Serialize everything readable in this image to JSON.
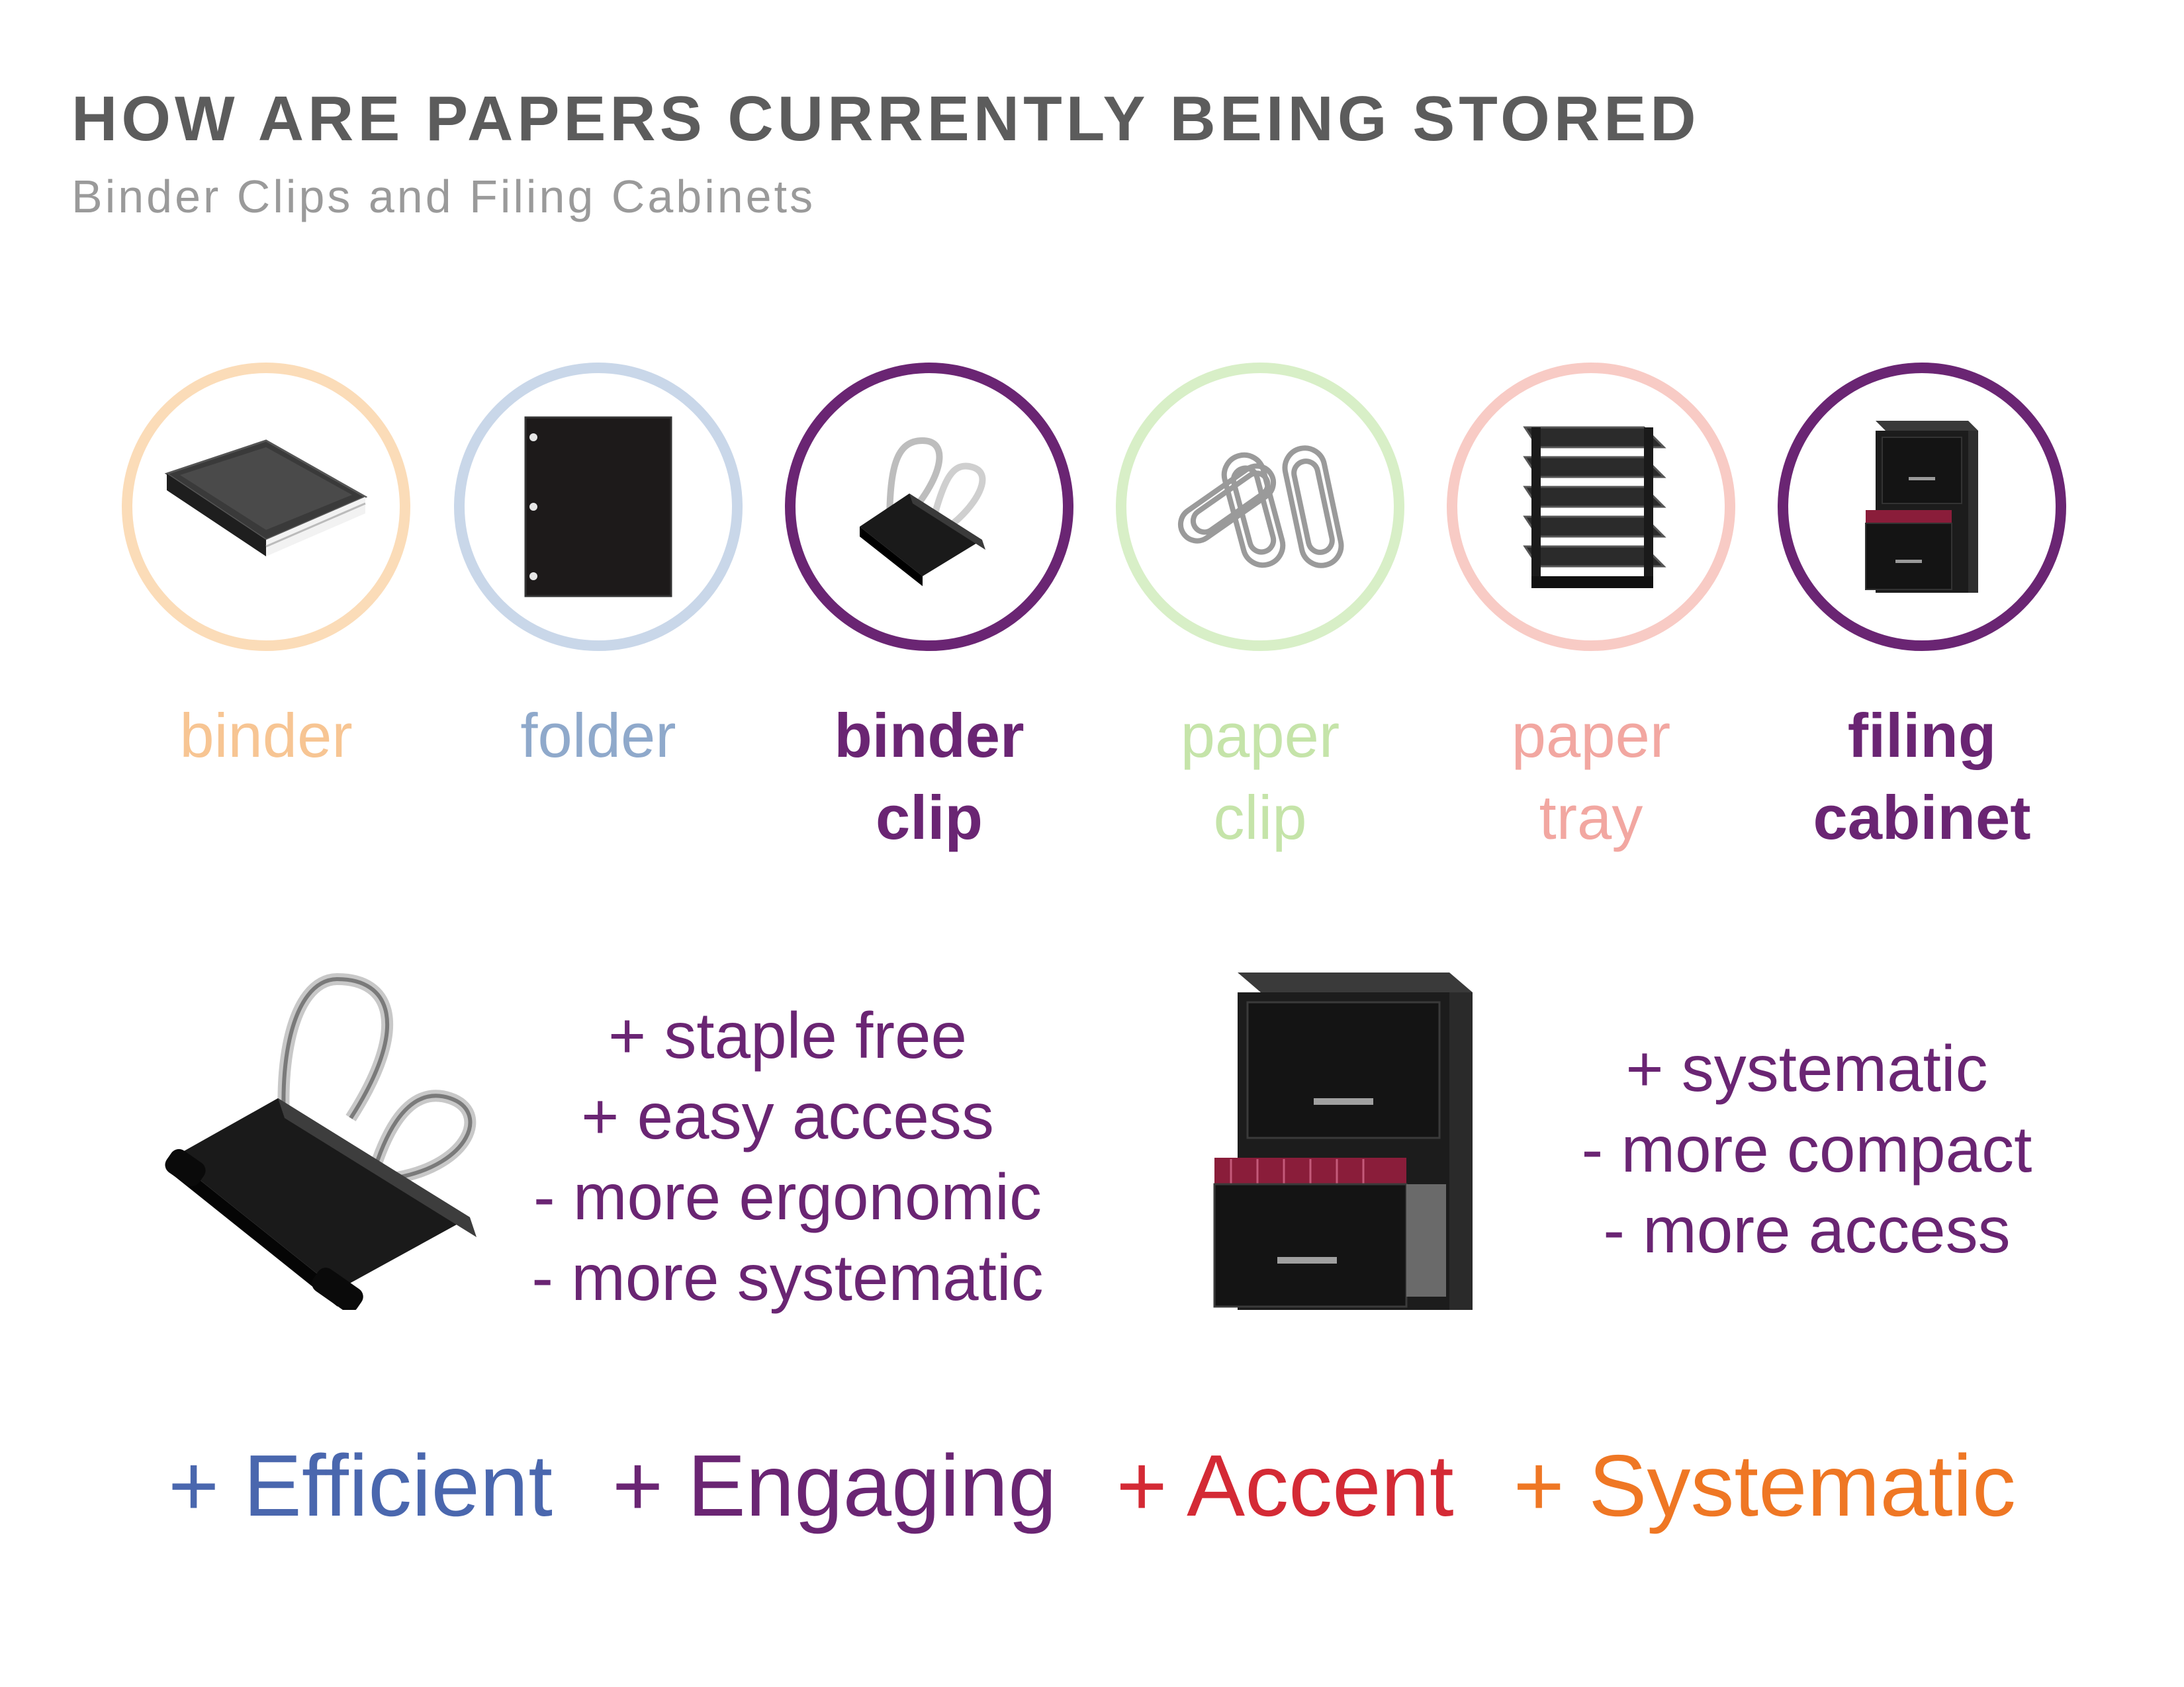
{
  "header": {
    "title": "HOW ARE PAPERS CURRENTLY BEING STORED",
    "subtitle": "Binder Clips and Filing Cabinets"
  },
  "options": [
    {
      "icon": "binder-icon",
      "label": [
        "binder"
      ],
      "color": "#fbdcb8",
      "text_color": "#f7c593",
      "highlighted": false
    },
    {
      "icon": "folder-icon",
      "label": [
        "folder"
      ],
      "color": "#c9d7e9",
      "text_color": "#8fa9cb",
      "highlighted": false
    },
    {
      "icon": "binder-clip-icon",
      "label": [
        "binder",
        "clip"
      ],
      "color": "#6a2573",
      "text_color": "#6a2573",
      "highlighted": true
    },
    {
      "icon": "paper-clip-icon",
      "label": [
        "paper",
        "clip"
      ],
      "color": "#d8efc7",
      "text_color": "#c5e4a9",
      "highlighted": false
    },
    {
      "icon": "paper-tray-icon",
      "label": [
        "paper",
        "tray"
      ],
      "color": "#f8cbc5",
      "text_color": "#f2a7a1",
      "highlighted": false
    },
    {
      "icon": "filing-cabinet-icon",
      "label": [
        "filing",
        "cabinet"
      ],
      "color": "#6a2573",
      "text_color": "#6a2573",
      "highlighted": true
    }
  ],
  "binder_clip_features": [
    "+ staple free",
    "+ easy access",
    "- more ergonomic",
    "- more systematic"
  ],
  "filing_cabinet_features": [
    "+ systematic",
    "- more compact",
    "- more access"
  ],
  "feature_color": "#6a2573",
  "keywords": [
    {
      "text": "+ Efficient",
      "color": "#4a67ae"
    },
    {
      "text": "+ Engaging",
      "color": "#6a2573"
    },
    {
      "text": "+ Accent",
      "color": "#d42a35"
    },
    {
      "text": "+ Systematic",
      "color": "#ef7724"
    }
  ]
}
